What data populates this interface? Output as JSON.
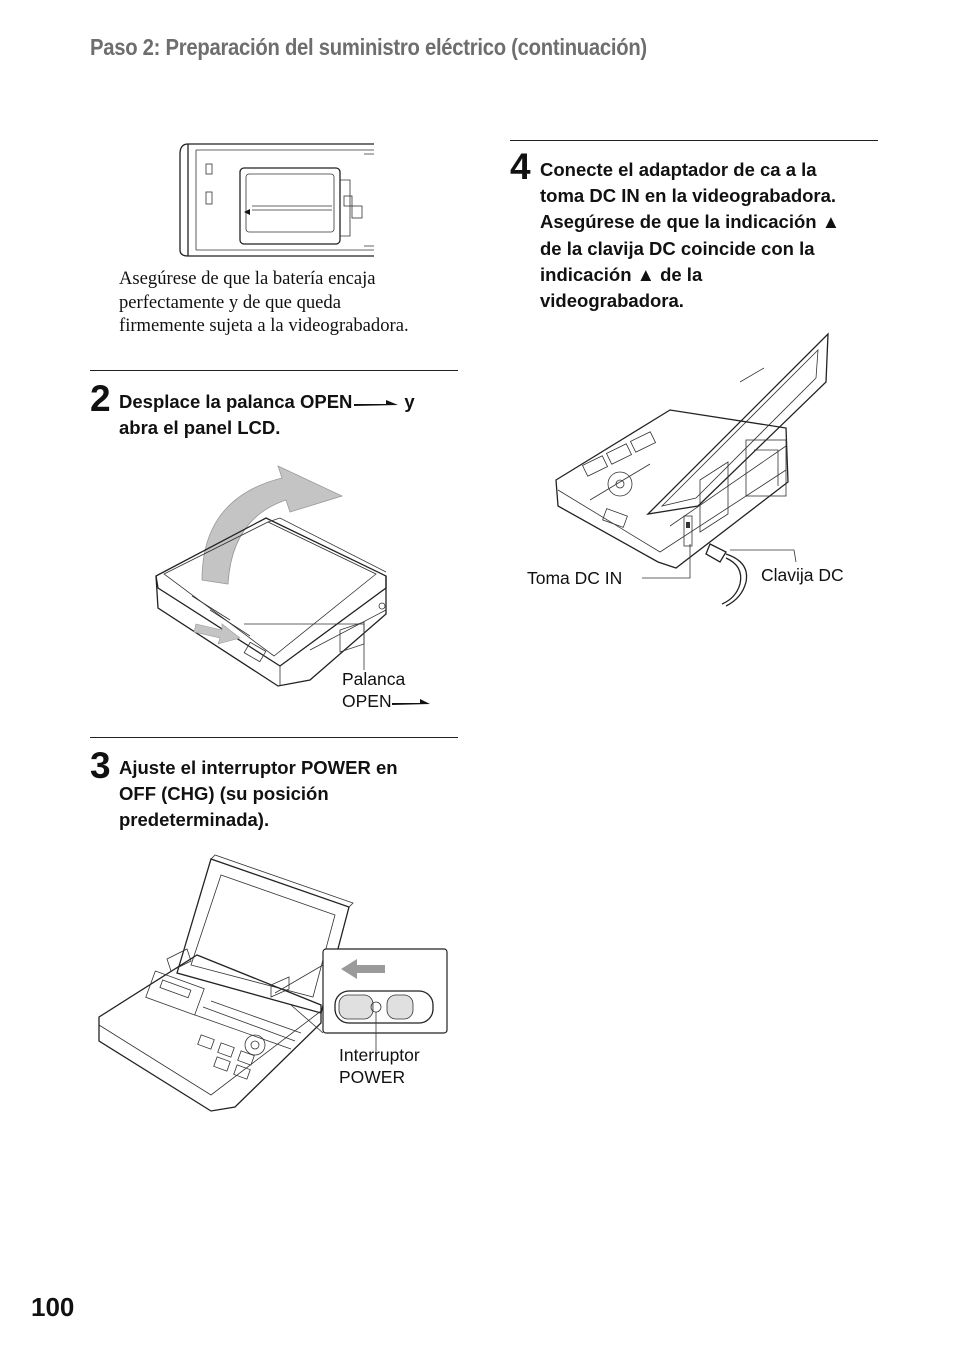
{
  "header": {
    "title": "Paso 2: Preparación del suministro eléctrico (continuación)"
  },
  "battery_note": {
    "line1": "Asegúrese de que la batería encaja",
    "line2": "perfectamente y de que queda",
    "line3": "firmemente sujeta a la videograbadora."
  },
  "steps": [
    {
      "number": "2",
      "line1": "Desplace la palanca OPEN",
      "line1_end": "y",
      "line2": "abra el panel LCD."
    },
    {
      "number": "3",
      "line1": "Ajuste el interruptor POWER en",
      "line2": "OFF (CHG) (su posición",
      "line3": "predeterminada)."
    },
    {
      "number": "4",
      "line1": "Conecte el adaptador de ca a la",
      "line2": "toma DC IN en la videograbadora.",
      "line3": "Asegúrese de que la indicación ▲",
      "line4": "de la clavija DC coincide con la",
      "line5": "indicación ▲ de la",
      "line6": "videograbadora."
    }
  ],
  "labels": {
    "open_lever_1": "Palanca",
    "open_lever_2": "OPEN",
    "power_switch_1": "Interruptor",
    "power_switch_2": "POWER",
    "dc_in": "Toma DC IN",
    "dc_plug": "Clavija DC"
  },
  "page_number": "100"
}
